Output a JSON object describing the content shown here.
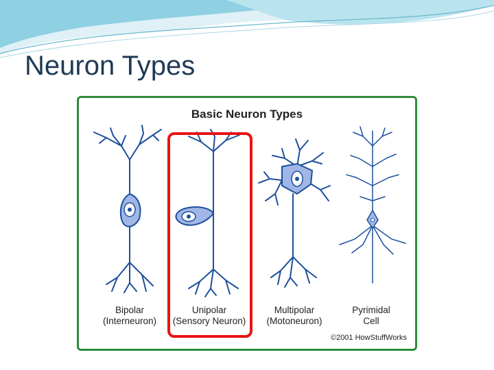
{
  "slide": {
    "title": "Neuron Types"
  },
  "figure": {
    "title": "Basic Neuron Types",
    "copyright": "©2001 HowStuffWorks",
    "highlighted": "Unipolar",
    "neurons": [
      {
        "name": "Bipolar",
        "subtitle": "(Interneuron)"
      },
      {
        "name": "Unipolar",
        "subtitle": "(Sensory Neuron)"
      },
      {
        "name": "Multipolar",
        "subtitle": "(Motoneuron)"
      },
      {
        "name": "Pyrimidal",
        "subtitle": "Cell"
      }
    ]
  },
  "colors": {
    "title": "#1f3a55",
    "frame": "#2e8b3a",
    "neuron": "#1c4f9c",
    "cell_fill": "#9fb6e6",
    "highlight": "#e81313",
    "swoosh": "#7fc4d8"
  }
}
